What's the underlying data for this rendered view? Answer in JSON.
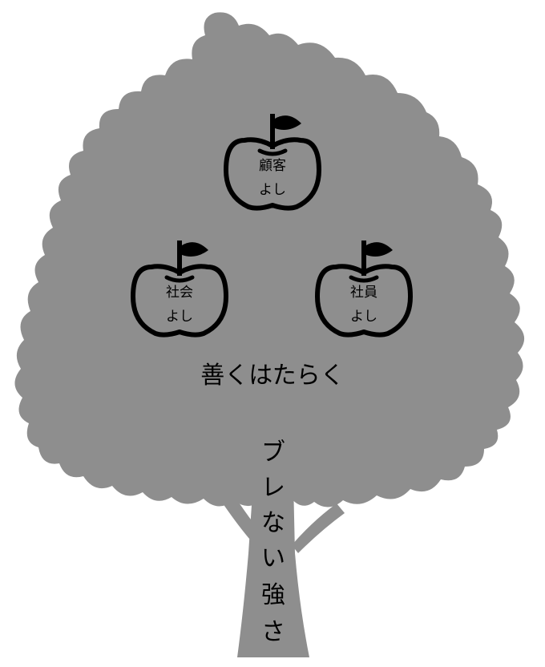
{
  "colors": {
    "tree": "#8e8e8e",
    "apple_stroke": "#000000",
    "text": "#000000",
    "background": "#ffffff"
  },
  "apples": [
    {
      "id": "customer",
      "line1": "顧客",
      "line2": "よし"
    },
    {
      "id": "society",
      "line1": "社会",
      "line2": "よし"
    },
    {
      "id": "employee",
      "line1": "社員",
      "line2": "よし"
    }
  ],
  "motto": "善くはたらく",
  "trunk": {
    "chars": [
      "ブ",
      "レ",
      "な",
      "い",
      "強",
      "さ"
    ]
  }
}
